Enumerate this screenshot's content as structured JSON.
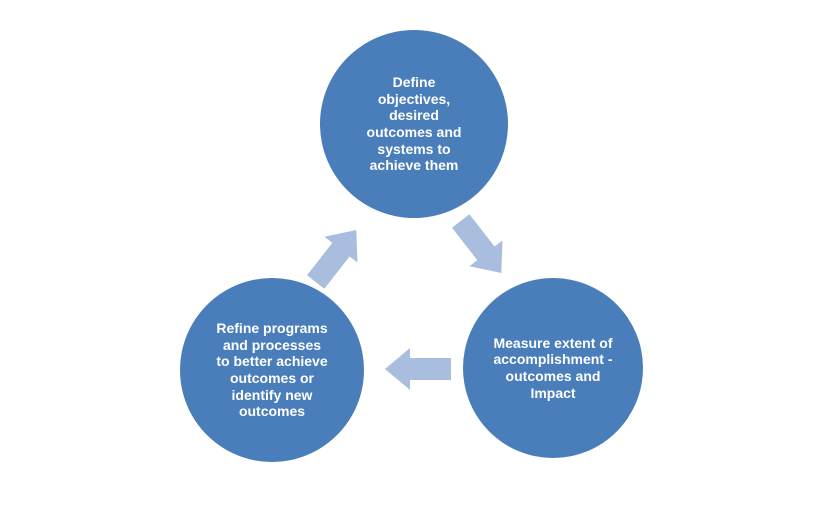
{
  "diagram": {
    "colors": {
      "background": "#ffffff",
      "node_fill": "#4a7ebb",
      "node_text": "#ffffff",
      "arrow_fill": "#a9bede"
    },
    "nodes": [
      {
        "id": "define",
        "label": "Define objectives, desired outcomes and systems to achieve them"
      },
      {
        "id": "measure",
        "label": "Measure extent of accomplishment - outcomes and Impact"
      },
      {
        "id": "refine",
        "label": "Refine programs and processes to better achieve outcomes or identify new outcomes"
      }
    ],
    "arrows": [
      {
        "id": "define-to-measure",
        "direction": "down-right"
      },
      {
        "id": "measure-to-refine",
        "direction": "left"
      },
      {
        "id": "refine-to-define",
        "direction": "up-right"
      }
    ]
  }
}
